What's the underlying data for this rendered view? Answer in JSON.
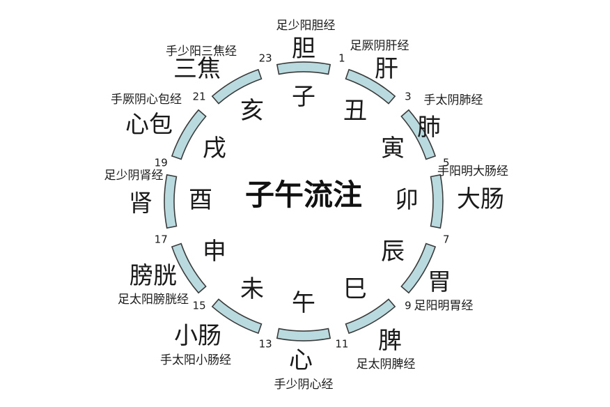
{
  "title": "子午流注",
  "colors": {
    "segment_fill": "#b9dbe0",
    "segment_stroke": "#3a3a3a",
    "text": "#1a1a1a"
  },
  "segments": [
    {
      "branch": "子",
      "organ": "胆",
      "meridian": "足少阳胆经",
      "hour": "23"
    },
    {
      "branch": "丑",
      "organ": "肝",
      "meridian": "足厥阴肝经",
      "hour": "1"
    },
    {
      "branch": "寅",
      "organ": "肺",
      "meridian": "手太阴肺经",
      "hour": "3"
    },
    {
      "branch": "卯",
      "organ": "大肠",
      "meridian": "手阳明大肠经",
      "hour": "5"
    },
    {
      "branch": "辰",
      "organ": "胃",
      "meridian": "足阳明胃经",
      "hour": "7"
    },
    {
      "branch": "巳",
      "organ": "脾",
      "meridian": "足太阴脾经",
      "hour": "9"
    },
    {
      "branch": "午",
      "organ": "心",
      "meridian": "手少阴心经",
      "hour": "11"
    },
    {
      "branch": "未",
      "organ": "小肠",
      "meridian": "手太阳小肠经",
      "hour": "13"
    },
    {
      "branch": "申",
      "organ": "膀胱",
      "meridian": "足太阳膀胱经",
      "hour": "15"
    },
    {
      "branch": "酉",
      "organ": "肾",
      "meridian": "足少阴肾经",
      "hour": "17"
    },
    {
      "branch": "戌",
      "organ": "心包",
      "meridian": "手厥阴心包经",
      "hour": "19"
    },
    {
      "branch": "亥",
      "organ": "三焦",
      "meridian": "手少阳三焦经",
      "hour": "21"
    }
  ]
}
